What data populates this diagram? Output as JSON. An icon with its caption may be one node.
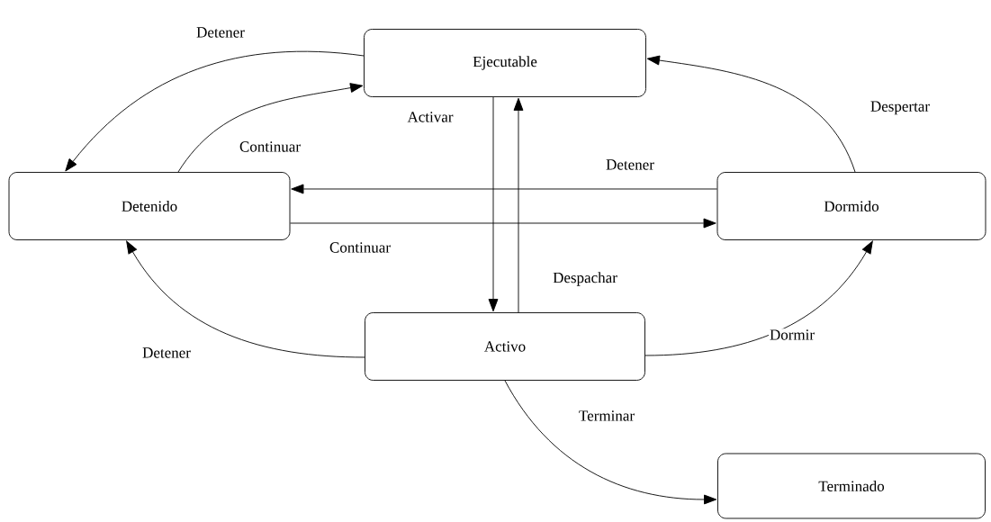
{
  "diagram": {
    "nodes": [
      {
        "text": [
          "Ejecutable"
        ]
      },
      {
        "text": [
          "Detenido"
        ]
      },
      {
        "text": [
          "Dormido"
        ]
      },
      {
        "text": [
          "Activo"
        ]
      },
      {
        "text": [
          "Terminado"
        ]
      }
    ],
    "edges": [
      {
        "from": 0,
        "to": 1,
        "arrow": "to",
        "label": "Detener"
      },
      {
        "from": 1,
        "to": 0,
        "arrow": "to",
        "label": "Continuar"
      },
      {
        "from": 0,
        "to": 3,
        "arrow": "to",
        "label": "Activar"
      },
      {
        "from": 3,
        "to": 0,
        "arrow": "to",
        "label": "Despachar"
      },
      {
        "from": 2,
        "to": 1,
        "arrow": "to",
        "label": "Detener"
      },
      {
        "from": 1,
        "to": 2,
        "arrow": "to",
        "label": "Continuar"
      },
      {
        "from": 2,
        "to": 0,
        "arrow": "to",
        "label": "Despertar"
      },
      {
        "from": 3,
        "to": 1,
        "arrow": "to",
        "label": "Detener"
      },
      {
        "from": 3,
        "to": 2,
        "arrow": "to",
        "label": "Dormir"
      },
      {
        "from": 3,
        "to": 4,
        "arrow": "to",
        "label": "Terminar"
      }
    ]
  }
}
